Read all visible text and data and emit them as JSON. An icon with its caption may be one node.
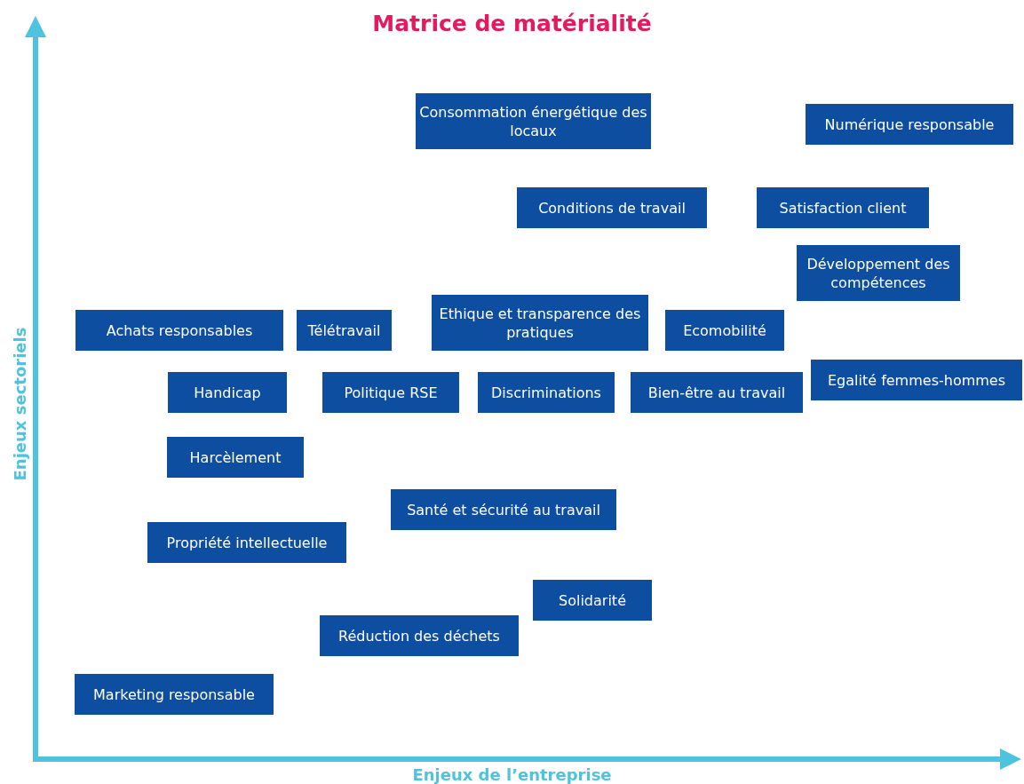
{
  "diagram": {
    "title": "Matrice de matérialité",
    "nodes": [
      {
        "text": [
          "Consommation énergétique des locaux"
        ]
      },
      {
        "text": [
          "Numérique responsable"
        ]
      },
      {
        "text": [
          "Conditions de travail"
        ]
      },
      {
        "text": [
          "Satisfaction client"
        ]
      },
      {
        "text": [
          "Développement des compétences"
        ]
      },
      {
        "text": [
          "Achats responsables"
        ]
      },
      {
        "text": [
          "Télétravail"
        ]
      },
      {
        "text": [
          "Ethique et transparence des pratiques"
        ]
      },
      {
        "text": [
          "Ecomobilité"
        ]
      },
      {
        "text": [
          "Handicap"
        ]
      },
      {
        "text": [
          "Politique RSE"
        ]
      },
      {
        "text": [
          "Discriminations"
        ]
      },
      {
        "text": [
          "Bien-être au travail"
        ]
      },
      {
        "text": [
          "Egalité femmes-hommes"
        ]
      },
      {
        "text": [
          "Harcèlement"
        ]
      },
      {
        "text": [
          "Santé et sécurité au travail"
        ]
      },
      {
        "text": [
          "Propriété intellectuelle"
        ]
      },
      {
        "text": [
          "Solidarité"
        ]
      },
      {
        "text": [
          "Réduction des déchets"
        ]
      },
      {
        "text": [
          "Marketing responsable"
        ]
      }
    ],
    "labels": [
      "Enjeux sectoriels",
      "Enjeux de l’entreprise"
    ]
  }
}
